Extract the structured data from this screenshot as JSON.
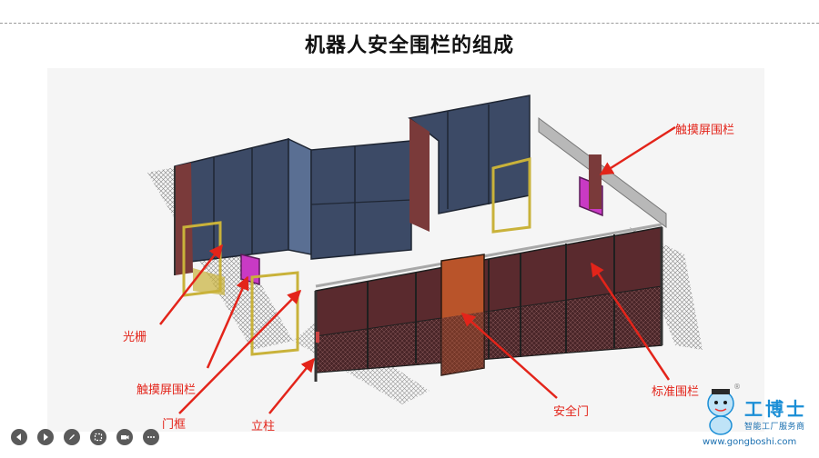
{
  "slide": {
    "title": "机器人安全围栏的组成"
  },
  "labels": {
    "touch_screen_right": "触摸屏围栏",
    "light_curtain": "光栅",
    "touch_screen_left": "触摸屏围栏",
    "door_frame": "门框",
    "post": "立柱",
    "safety_door": "安全门",
    "standard_fence": "标准围栏"
  },
  "logo": {
    "name": "工博士",
    "subtitle": "智能工厂服务商",
    "url": "www.gongboshi.com",
    "registered": "®"
  },
  "controls": [
    {
      "name": "prev-icon"
    },
    {
      "name": "next-icon"
    },
    {
      "name": "pen-icon"
    },
    {
      "name": "screen-icon"
    },
    {
      "name": "camera-icon"
    },
    {
      "name": "more-icon"
    }
  ],
  "colors": {
    "callout": "#e3241a",
    "panel_blue": "#3c4a66",
    "panel_red": "#5a2a2e",
    "door": "#b9542a",
    "post_yellow": "#c9b23a",
    "touch_screen": "#c93ac4"
  }
}
